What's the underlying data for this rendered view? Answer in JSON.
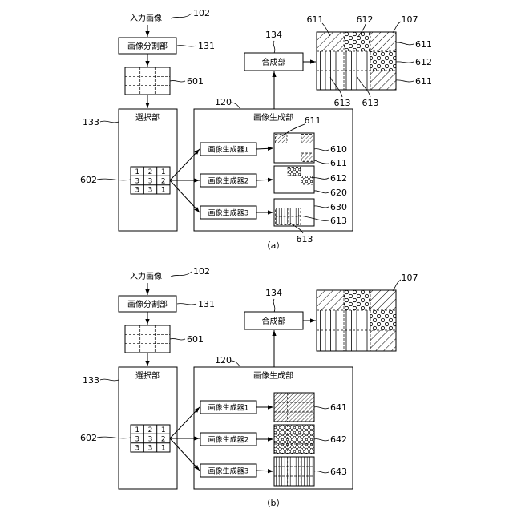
{
  "a": {
    "caption": "（a）",
    "input_label": "入力画像",
    "input_ref": "102",
    "divider_label": "画像分割部",
    "divider_ref": "131",
    "divided_ref": "601",
    "selector_label": "選択部",
    "selector_ref": "133",
    "grid_ref": "602",
    "grid": [
      [
        "1",
        "2",
        "1"
      ],
      [
        "3",
        "3",
        "2"
      ],
      [
        "3",
        "3",
        "1"
      ]
    ],
    "generation_label": "画像生成部",
    "generation_ref": "120",
    "compositor_label": "合成部",
    "compositor_ref": "134",
    "composite_ref": "107",
    "composite_labels": {
      "top_left": "611",
      "top_middle": "612",
      "right_top": "611",
      "right_middle": "612",
      "right_bottom": "611",
      "bottom_left": "613",
      "bottom_middle": "613"
    },
    "generators": [
      {
        "label": "画像生成器1",
        "output_ref": "610",
        "patch_refs": [
          "611",
          "611"
        ]
      },
      {
        "label": "画像生成器2",
        "output_ref": "620",
        "patch_refs": [
          "612"
        ]
      },
      {
        "label": "画像生成器3",
        "output_ref": "630",
        "patch_refs": [
          "613",
          "613"
        ]
      }
    ]
  },
  "b": {
    "caption": "（b）",
    "input_label": "入力画像",
    "input_ref": "102",
    "divider_label": "画像分割部",
    "divider_ref": "131",
    "divided_ref": "601",
    "selector_label": "選択部",
    "selector_ref": "133",
    "grid_ref": "602",
    "grid": [
      [
        "1",
        "2",
        "1"
      ],
      [
        "3",
        "3",
        "2"
      ],
      [
        "3",
        "3",
        "1"
      ]
    ],
    "generation_label": "画像生成部",
    "generation_ref": "120",
    "compositor_label": "合成部",
    "compositor_ref": "134",
    "composite_ref": "107",
    "generators": [
      {
        "label": "画像生成器1",
        "output_ref": "641"
      },
      {
        "label": "画像生成器2",
        "output_ref": "642"
      },
      {
        "label": "画像生成器3",
        "output_ref": "643"
      }
    ]
  }
}
